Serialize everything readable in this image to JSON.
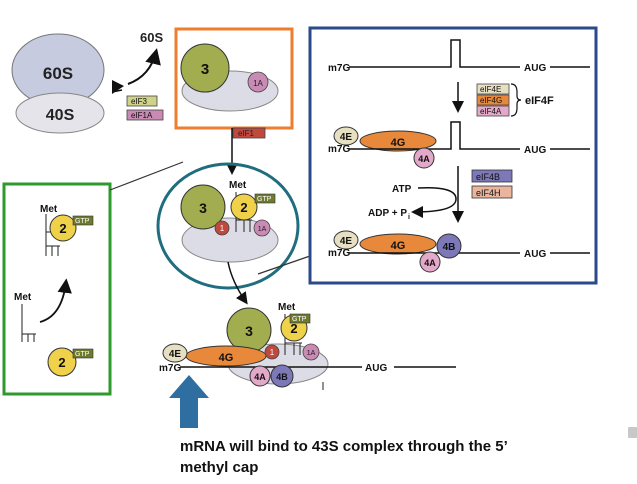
{
  "colors": {
    "orange_box": "#ee7d2f",
    "green_box": "#2e9a2e",
    "teal_circle": "#1f6d7e",
    "blue_box": "#2a4a8a",
    "ribosome_gray": "#d6d6e4",
    "subunit_60s": "#c6cbe0",
    "factor3_olive": "#a2ad4f",
    "factor2_yellow": "#f0d24a",
    "factor1_red": "#c0483c",
    "factor1a_pink": "#c98ab4",
    "eif4g_orange": "#e8883a",
    "eif4e_beige": "#e6dfc2",
    "eif4a_pink": "#e3a9c9",
    "eif4b_purple": "#7d78b8",
    "arrow_blue": "#2f6ea0"
  },
  "dissociation": {
    "large_subunit": "60S",
    "small_subunit": "40S",
    "released_label": "60S",
    "factor_eif3": "eIF3",
    "factor_eif1a": "eIF1A",
    "factor_eif1": "eIF1"
  },
  "complex_43s": {
    "factor3": "3",
    "factor1a": "1A"
  },
  "ternary_complex": {
    "met_top": "Met",
    "met_bottom": "Met",
    "factor2": "2",
    "gtp": "GTP"
  },
  "preinitiation": {
    "met": "Met",
    "factor3": "3",
    "factor2": "2",
    "gtp": "GTP",
    "factor1": "1",
    "factor1a": "1A"
  },
  "mrna_activation": {
    "cap": "m7G",
    "start_codon": "AUG",
    "eif4f_components": [
      "eIF4E",
      "eIF4G",
      "eIF4A"
    ],
    "eif4f_label": "eIF4F",
    "eif4e": "4E",
    "eif4g": "4G",
    "eif4a": "4A",
    "eif4b": "4B",
    "factor_eif4b": "eIF4B",
    "factor_eif4h": "eIF4H",
    "atp": "ATP",
    "adp": "ADP + P",
    "adp_subscript": "i"
  },
  "complex_48s": {
    "met": "Met",
    "factor3": "3",
    "factor2": "2",
    "gtp": "GTP",
    "factor1": "1",
    "factor1a": "1A",
    "eif4e": "4E",
    "eif4g": "4G",
    "eif4a": "4A",
    "eif4b": "4B",
    "cap": "m7G",
    "start_codon": "AUG"
  },
  "caption": {
    "line1": "mRNA will bind to 43S complex through the 5’",
    "line2": "methyl cap"
  }
}
